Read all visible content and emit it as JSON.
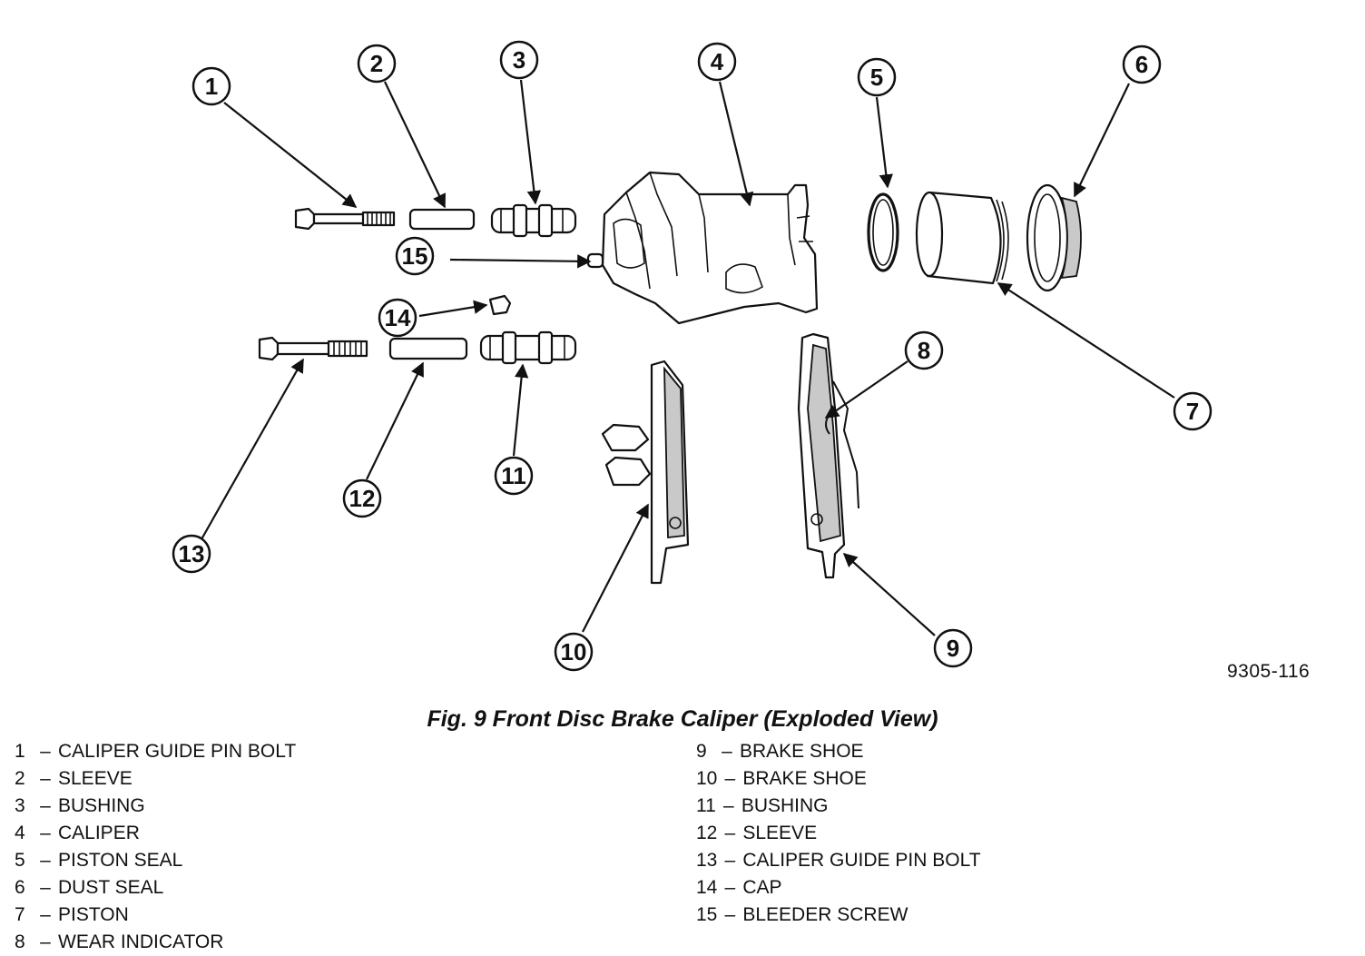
{
  "figure": {
    "code": "9305-116",
    "caption": "Fig. 9 Front Disc Brake Caliper (Exploded View)"
  },
  "callouts": [
    "1",
    "2",
    "3",
    "4",
    "5",
    "6",
    "7",
    "8",
    "9",
    "10",
    "11",
    "12",
    "13",
    "14",
    "15"
  ],
  "legend": [
    {
      "num": "1",
      "dash": "–",
      "label": "CALIPER GUIDE PIN BOLT"
    },
    {
      "num": "2",
      "dash": "–",
      "label": "SLEEVE"
    },
    {
      "num": "3",
      "dash": "–",
      "label": "BUSHING"
    },
    {
      "num": "4",
      "dash": "–",
      "label": "CALIPER"
    },
    {
      "num": "5",
      "dash": "–",
      "label": "PISTON SEAL"
    },
    {
      "num": "6",
      "dash": "–",
      "label": "DUST SEAL"
    },
    {
      "num": "7",
      "dash": "–",
      "label": "PISTON"
    },
    {
      "num": "8",
      "dash": "–",
      "label": "WEAR INDICATOR"
    },
    {
      "num": "9",
      "dash": "–",
      "label": "BRAKE SHOE"
    },
    {
      "num": "10",
      "dash": "–",
      "label": "BRAKE SHOE"
    },
    {
      "num": "11",
      "dash": "–",
      "label": "BUSHING"
    },
    {
      "num": "12",
      "dash": "–",
      "label": "SLEEVE"
    },
    {
      "num": "13",
      "dash": "–",
      "label": "CALIPER GUIDE PIN BOLT"
    },
    {
      "num": "14",
      "dash": "–",
      "label": "CAP"
    },
    {
      "num": "15",
      "dash": "–",
      "label": "BLEEDER SCREW"
    }
  ]
}
